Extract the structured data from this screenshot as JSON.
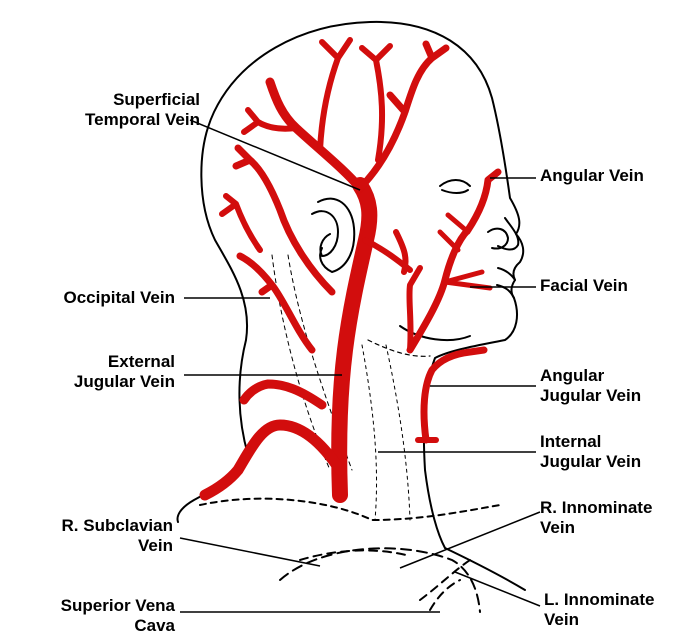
{
  "colors": {
    "vein": "#d20d0d",
    "outline": "#000000",
    "background": "#ffffff"
  },
  "labels": {
    "superficial_temporal": [
      "Superficial",
      "Temporal Vein"
    ],
    "occipital": [
      "Occipital Vein"
    ],
    "external_jugular": [
      "External",
      "Jugular Vein"
    ],
    "r_subclavian": [
      "R. Subclavian",
      "Vein"
    ],
    "superior_vena_cava": [
      "Superior Vena",
      "Cava"
    ],
    "angular": [
      "Angular Vein"
    ],
    "facial": [
      "Facial Vein"
    ],
    "angular_jugular": [
      "Angular",
      "Jugular Vein"
    ],
    "internal_jugular": [
      "Internal",
      "Jugular Vein"
    ],
    "r_innominate": [
      "R. Innominate",
      "Vein"
    ],
    "l_innominate": [
      "L. Innominate",
      "Vein"
    ]
  }
}
